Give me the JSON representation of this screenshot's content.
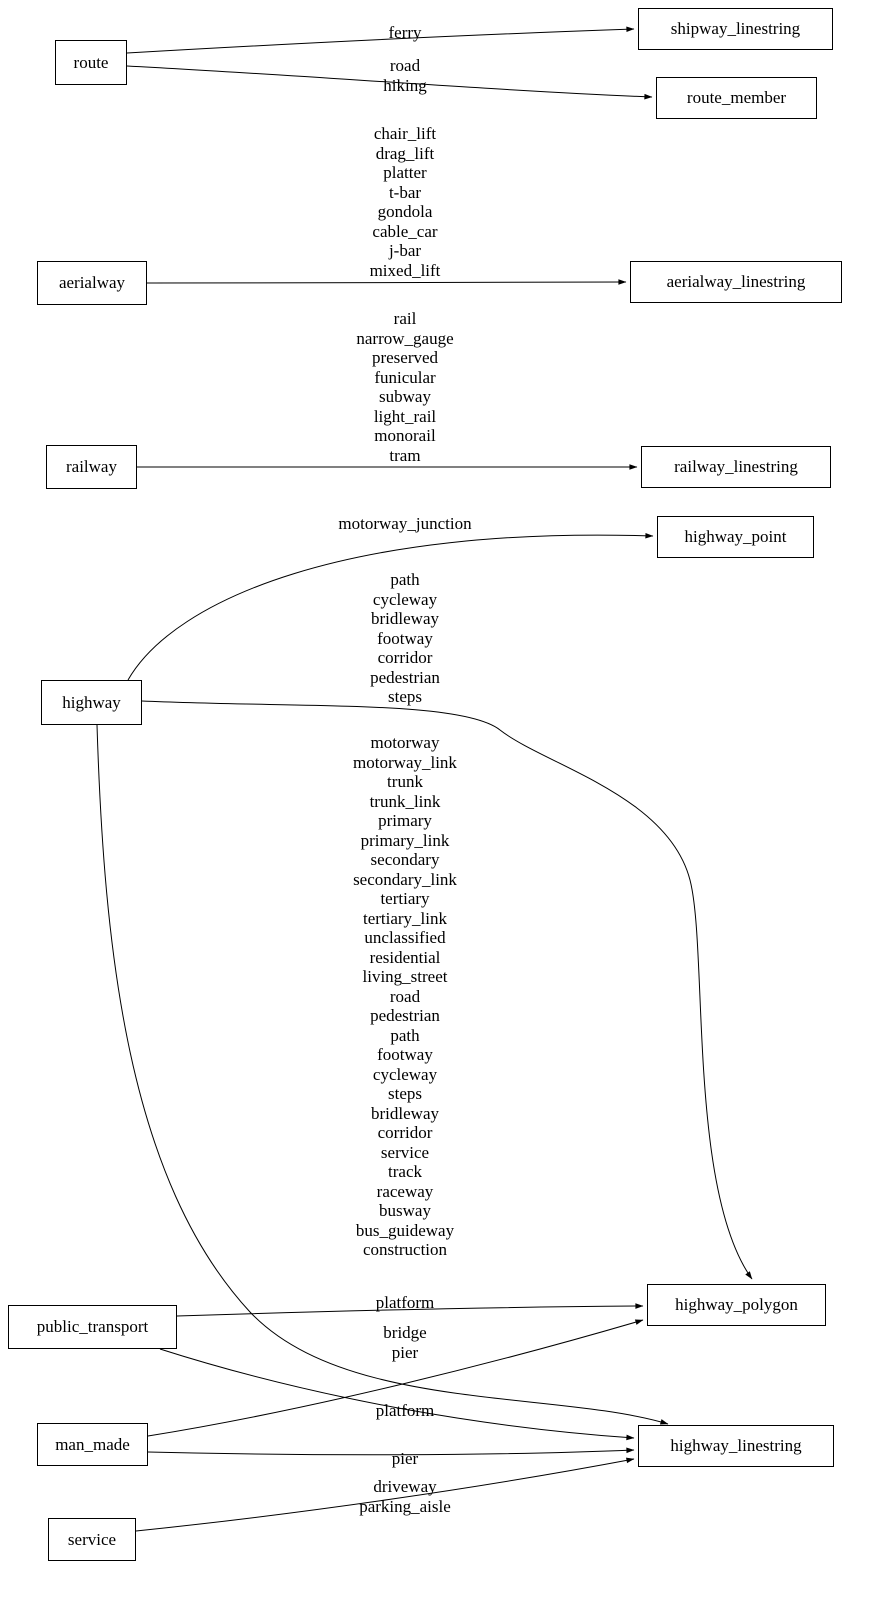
{
  "graph": {
    "nodes": [
      {
        "id": "route",
        "label": "route"
      },
      {
        "id": "aerialway",
        "label": "aerialway"
      },
      {
        "id": "railway",
        "label": "railway"
      },
      {
        "id": "highway",
        "label": "highway"
      },
      {
        "id": "public_transport",
        "label": "public_transport"
      },
      {
        "id": "man_made",
        "label": "man_made"
      },
      {
        "id": "service",
        "label": "service"
      },
      {
        "id": "shipway_linestring",
        "label": "shipway_linestring"
      },
      {
        "id": "route_member",
        "label": "route_member"
      },
      {
        "id": "aerialway_linestring",
        "label": "aerialway_linestring"
      },
      {
        "id": "railway_linestring",
        "label": "railway_linestring"
      },
      {
        "id": "highway_point",
        "label": "highway_point"
      },
      {
        "id": "highway_polygon",
        "label": "highway_polygon"
      },
      {
        "id": "highway_linestring",
        "label": "highway_linestring"
      }
    ],
    "edges": [
      {
        "from": "route",
        "to": "shipway_linestring",
        "label": "ferry"
      },
      {
        "from": "route",
        "to": "route_member",
        "label": "road\nhiking"
      },
      {
        "from": "aerialway",
        "to": "aerialway_linestring",
        "label": "chair_lift\ndrag_lift\nplatter\nt-bar\ngondola\ncable_car\nj-bar\nmixed_lift"
      },
      {
        "from": "railway",
        "to": "railway_linestring",
        "label": "rail\nnarrow_gauge\npreserved\nfunicular\nsubway\nlight_rail\nmonorail\ntram"
      },
      {
        "from": "highway",
        "to": "highway_point",
        "label": "motorway_junction"
      },
      {
        "from": "highway",
        "to": "highway_polygon",
        "label": "path\ncycleway\nbridleway\nfootway\ncorridor\npedestrian\nsteps"
      },
      {
        "from": "highway",
        "to": "highway_linestring",
        "label": "motorway\nmotorway_link\ntrunk\ntrunk_link\nprimary\nprimary_link\nsecondary\nsecondary_link\ntertiary\ntertiary_link\nunclassified\nresidential\nliving_street\nroad\npedestrian\npath\nfootway\ncycleway\nsteps\nbridleway\ncorridor\nservice\ntrack\nraceway\nbusway\nbus_guideway\nconstruction"
      },
      {
        "from": "public_transport",
        "to": "highway_polygon",
        "label": "platform"
      },
      {
        "from": "man_made",
        "to": "highway_polygon",
        "label": "bridge\npier"
      },
      {
        "from": "public_transport",
        "to": "highway_linestring",
        "label": "platform"
      },
      {
        "from": "man_made",
        "to": "highway_linestring",
        "label": "pier"
      },
      {
        "from": "service",
        "to": "highway_linestring",
        "label": "driveway\nparking_aisle"
      }
    ],
    "colors": {
      "stroke": "#000000",
      "background": "#ffffff",
      "node_fill": "#ffffff"
    }
  }
}
